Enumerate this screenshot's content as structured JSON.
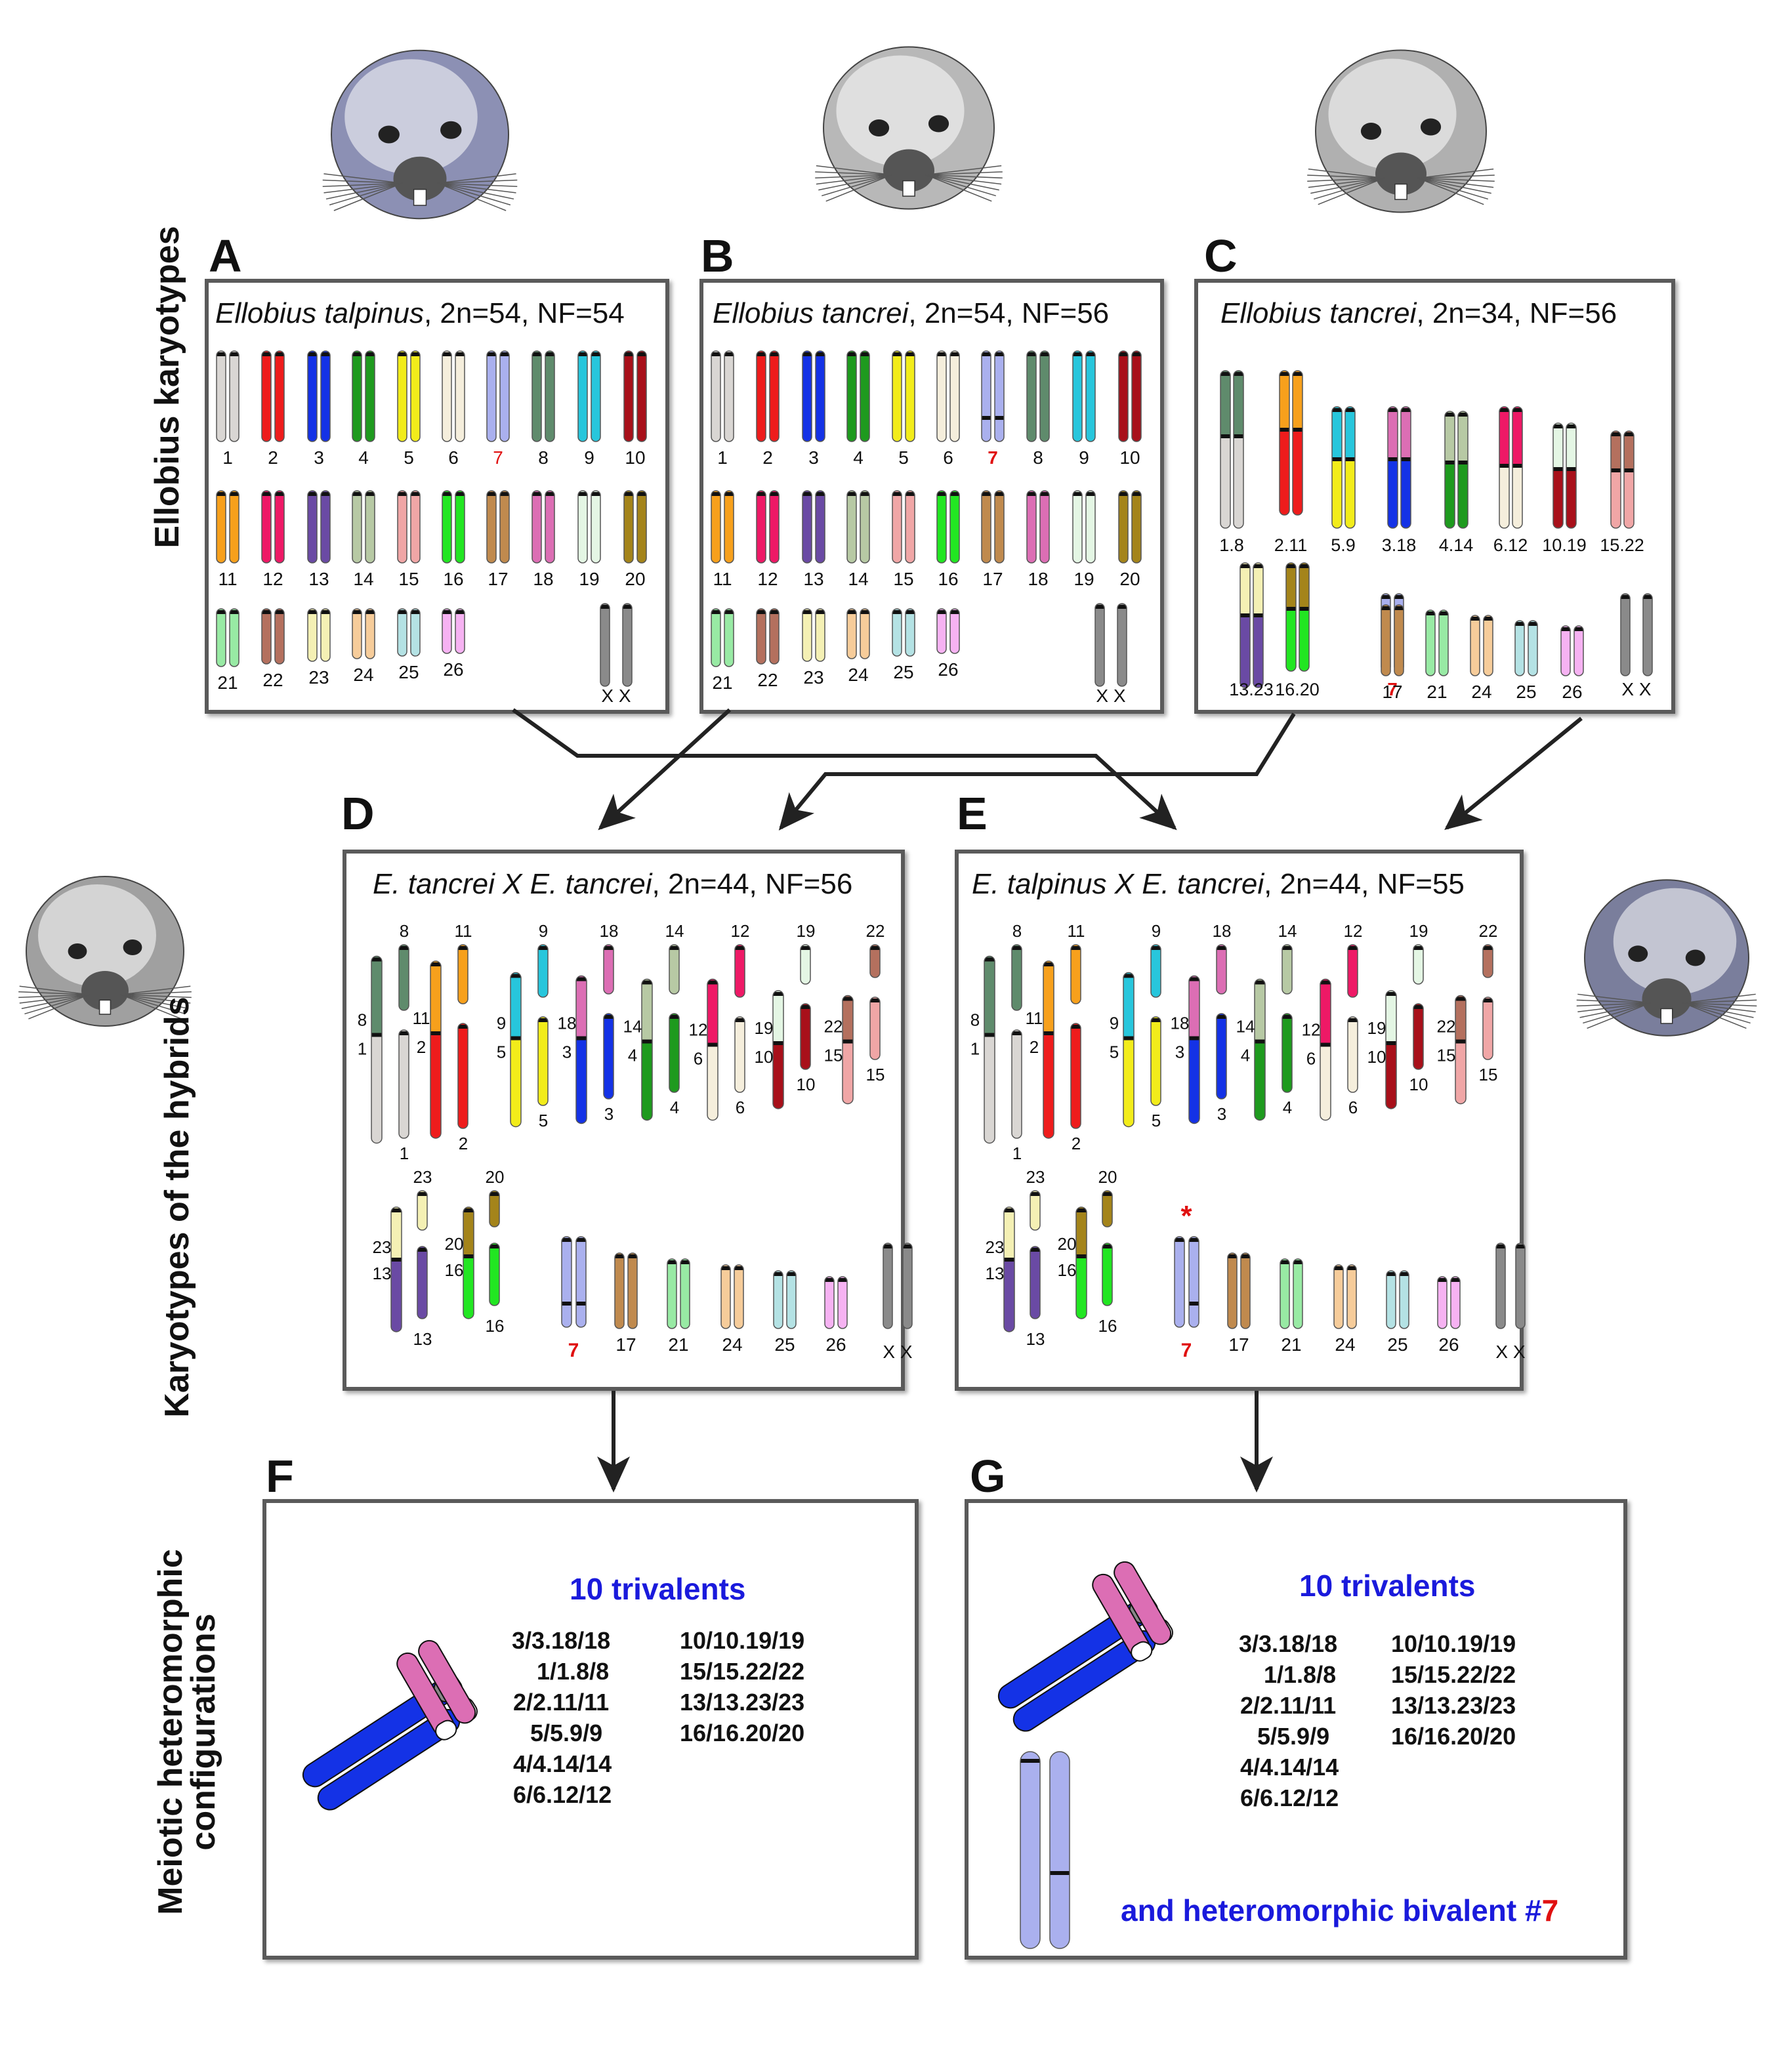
{
  "side_labels": {
    "karyotypes": "Ellobius karyotypes",
    "hybrids": "Karyotypes of the hybrids",
    "meiotic_line1": "Meiotic heteromorphic",
    "meiotic_line2": "configurations"
  },
  "panels": {
    "A": {
      "letter": "A",
      "species": "Ellobius talpinus",
      "counts": ", 2n=54, NF=54"
    },
    "B": {
      "letter": "B",
      "species": "Ellobius tancrei",
      "counts": ", 2n=54, NF=56"
    },
    "C": {
      "letter": "C",
      "species": "Ellobius tancrei",
      "counts": ", 2n=34, NF=56"
    },
    "D": {
      "letter": "D",
      "species": "E. tancrei X E. tancrei",
      "counts": ", 2n=44, NF=56"
    },
    "E": {
      "letter": "E",
      "species": "E. talpinus X E. tancrei",
      "counts": ", 2n=44, NF=55"
    },
    "F": {
      "letter": "F"
    },
    "G": {
      "letter": "G"
    }
  },
  "colors": {
    "1": "#d9d6d3",
    "2": "#ee1c1c",
    "3": "#1432e6",
    "4": "#1e9a1e",
    "5": "#f2ec1a",
    "6": "#f5eedc",
    "7": "#aab0ee",
    "8": "#5f8b6c",
    "9": "#27c6dc",
    "10": "#a8101a",
    "11": "#f7a01c",
    "12": "#ee1966",
    "13": "#6a4aa4",
    "14": "#b7c9a4",
    "15": "#f0a6a6",
    "16": "#22e622",
    "17": "#c08a4e",
    "18": "#dc6eb4",
    "19": "#e4f6e4",
    "20": "#a4841a",
    "21": "#98eaa4",
    "22": "#b4705e",
    "23": "#f4f0b4",
    "24": "#f6cc9a",
    "25": "#b4e2e4",
    "26": "#f6b2f2",
    "X": "#8a8a8a"
  },
  "karyotype_labels": {
    "A_row1": [
      "1",
      "2",
      "3",
      "4",
      "5",
      "6",
      "7",
      "8",
      "9",
      "10"
    ],
    "A_row2": [
      "11",
      "12",
      "13",
      "14",
      "15",
      "16",
      "17",
      "18",
      "19",
      "20"
    ],
    "A_row3": [
      "21",
      "22",
      "23",
      "24",
      "25",
      "26"
    ],
    "B_row1": [
      "1",
      "2",
      "3",
      "4",
      "5",
      "6",
      "7",
      "8",
      "9",
      "10"
    ],
    "B_row2": [
      "11",
      "12",
      "13",
      "14",
      "15",
      "16",
      "17",
      "18",
      "19",
      "20"
    ],
    "B_row3": [
      "21",
      "22",
      "23",
      "24",
      "25",
      "26"
    ],
    "C_row1": [
      "1.8",
      "2.11",
      "5.9",
      "3.18",
      "4.14",
      "6.12",
      "10.19",
      "15.22"
    ],
    "C_row2": [
      "13.23",
      "16.20",
      "7",
      "17",
      "21",
      "24",
      "25",
      "26"
    ],
    "sex": "X X",
    "star": "*"
  },
  "trivalents": {
    "title": "10 trivalents",
    "col1": [
      "3/3.18/18",
      "1/1.8/8",
      "2/2.11/11",
      "5/5.9/9",
      "4/4.14/14",
      "6/6.12/12"
    ],
    "col2": [
      "10/10.19/19",
      "15/15.22/22",
      "13/13.23/23",
      "16/16.20/20"
    ]
  },
  "hetero_bivalent": {
    "text": "and heteromorphic bivalent #",
    "number": "7"
  }
}
